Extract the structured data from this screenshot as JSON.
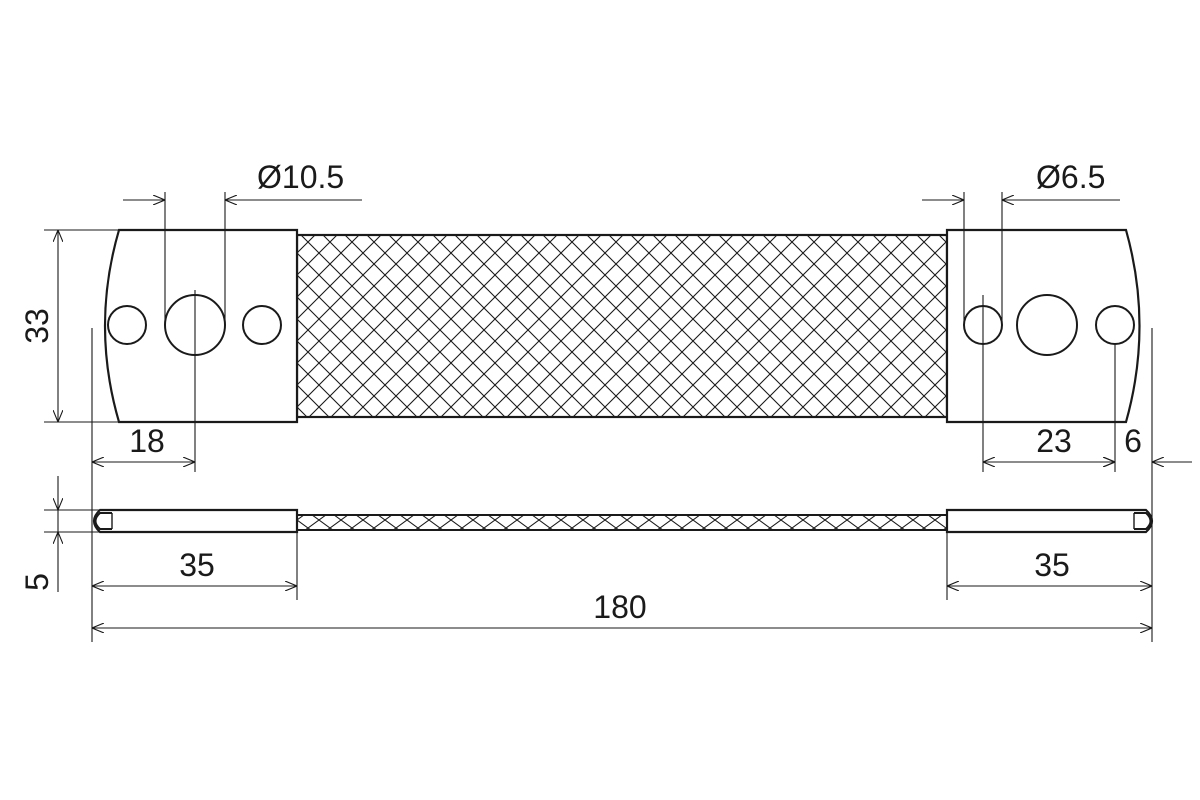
{
  "drawing": {
    "dimensions": {
      "hole_large": "Ø10.5",
      "hole_small": "Ø6.5",
      "width": "33",
      "hole_offset_left": "18",
      "hole_offset_right": "23",
      "end_radius": "6",
      "thickness": "5",
      "lug_left": "35",
      "lug_right": "35",
      "overall_length": "180"
    }
  }
}
